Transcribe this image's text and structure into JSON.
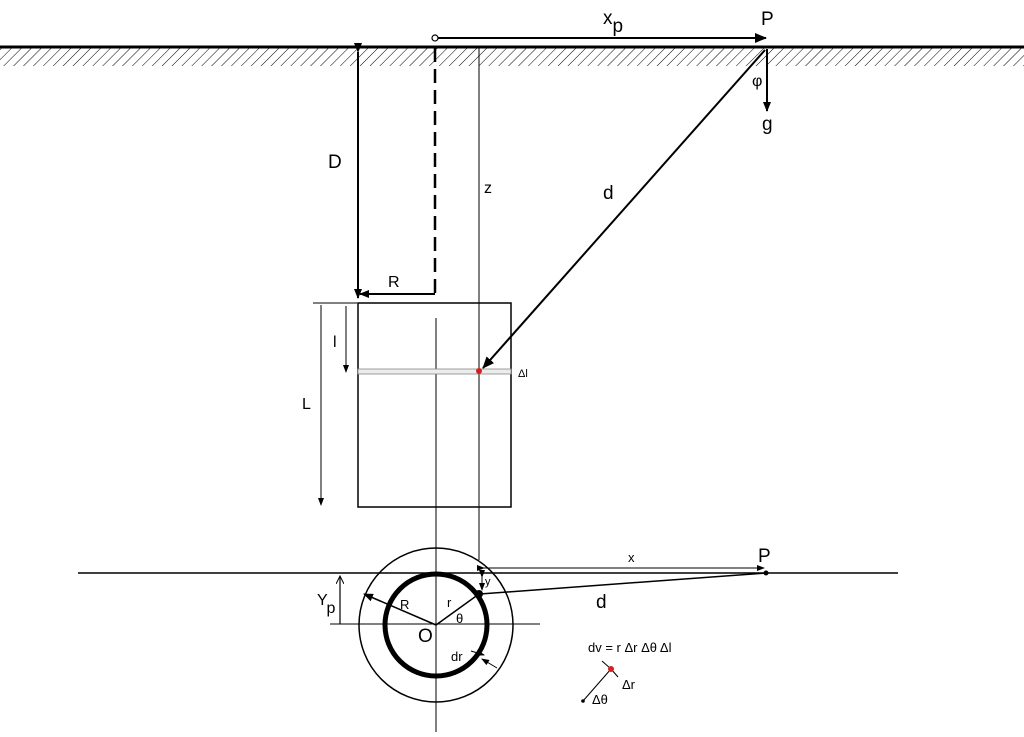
{
  "labels": {
    "xp_base": "x",
    "xp_sub": "p",
    "p_top": "P",
    "phi": "φ",
    "g": "g",
    "D": "D",
    "z": "z",
    "d_top": "d",
    "R_top": "R",
    "l": "l",
    "delta_l": "Δl",
    "L": "L",
    "x_bottom": "x",
    "p_bottom": "P",
    "y": "y",
    "Yp_base": "Y",
    "Yp_sub": "p",
    "R_bottom": "R",
    "r": "r",
    "theta": "θ",
    "O": "O",
    "d_bottom": "d",
    "dr": "dr",
    "dv_formula": "dv = r Δr Δθ Δl",
    "delta_r": "Δr",
    "delta_theta": "Δθ"
  },
  "colors": {
    "ink": "#000000",
    "element_marker": "#d42020",
    "ground_hatch": "#000000"
  }
}
